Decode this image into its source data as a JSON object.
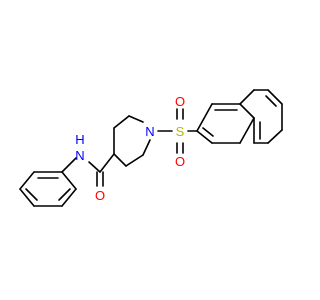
{
  "molecule": {
    "atoms": {
      "o_sulfonyl_top": "O",
      "o_sulfonyl_bottom": "O",
      "sulfur": "S",
      "n_piperidine": "N",
      "n_amide": "N",
      "h_amide": "H",
      "o_carbonyl": "O"
    },
    "colors": {
      "bond": "#000000",
      "oxygen": "#ff0000",
      "nitrogen": "#0000ff",
      "sulfur": "#b8b800"
    }
  }
}
